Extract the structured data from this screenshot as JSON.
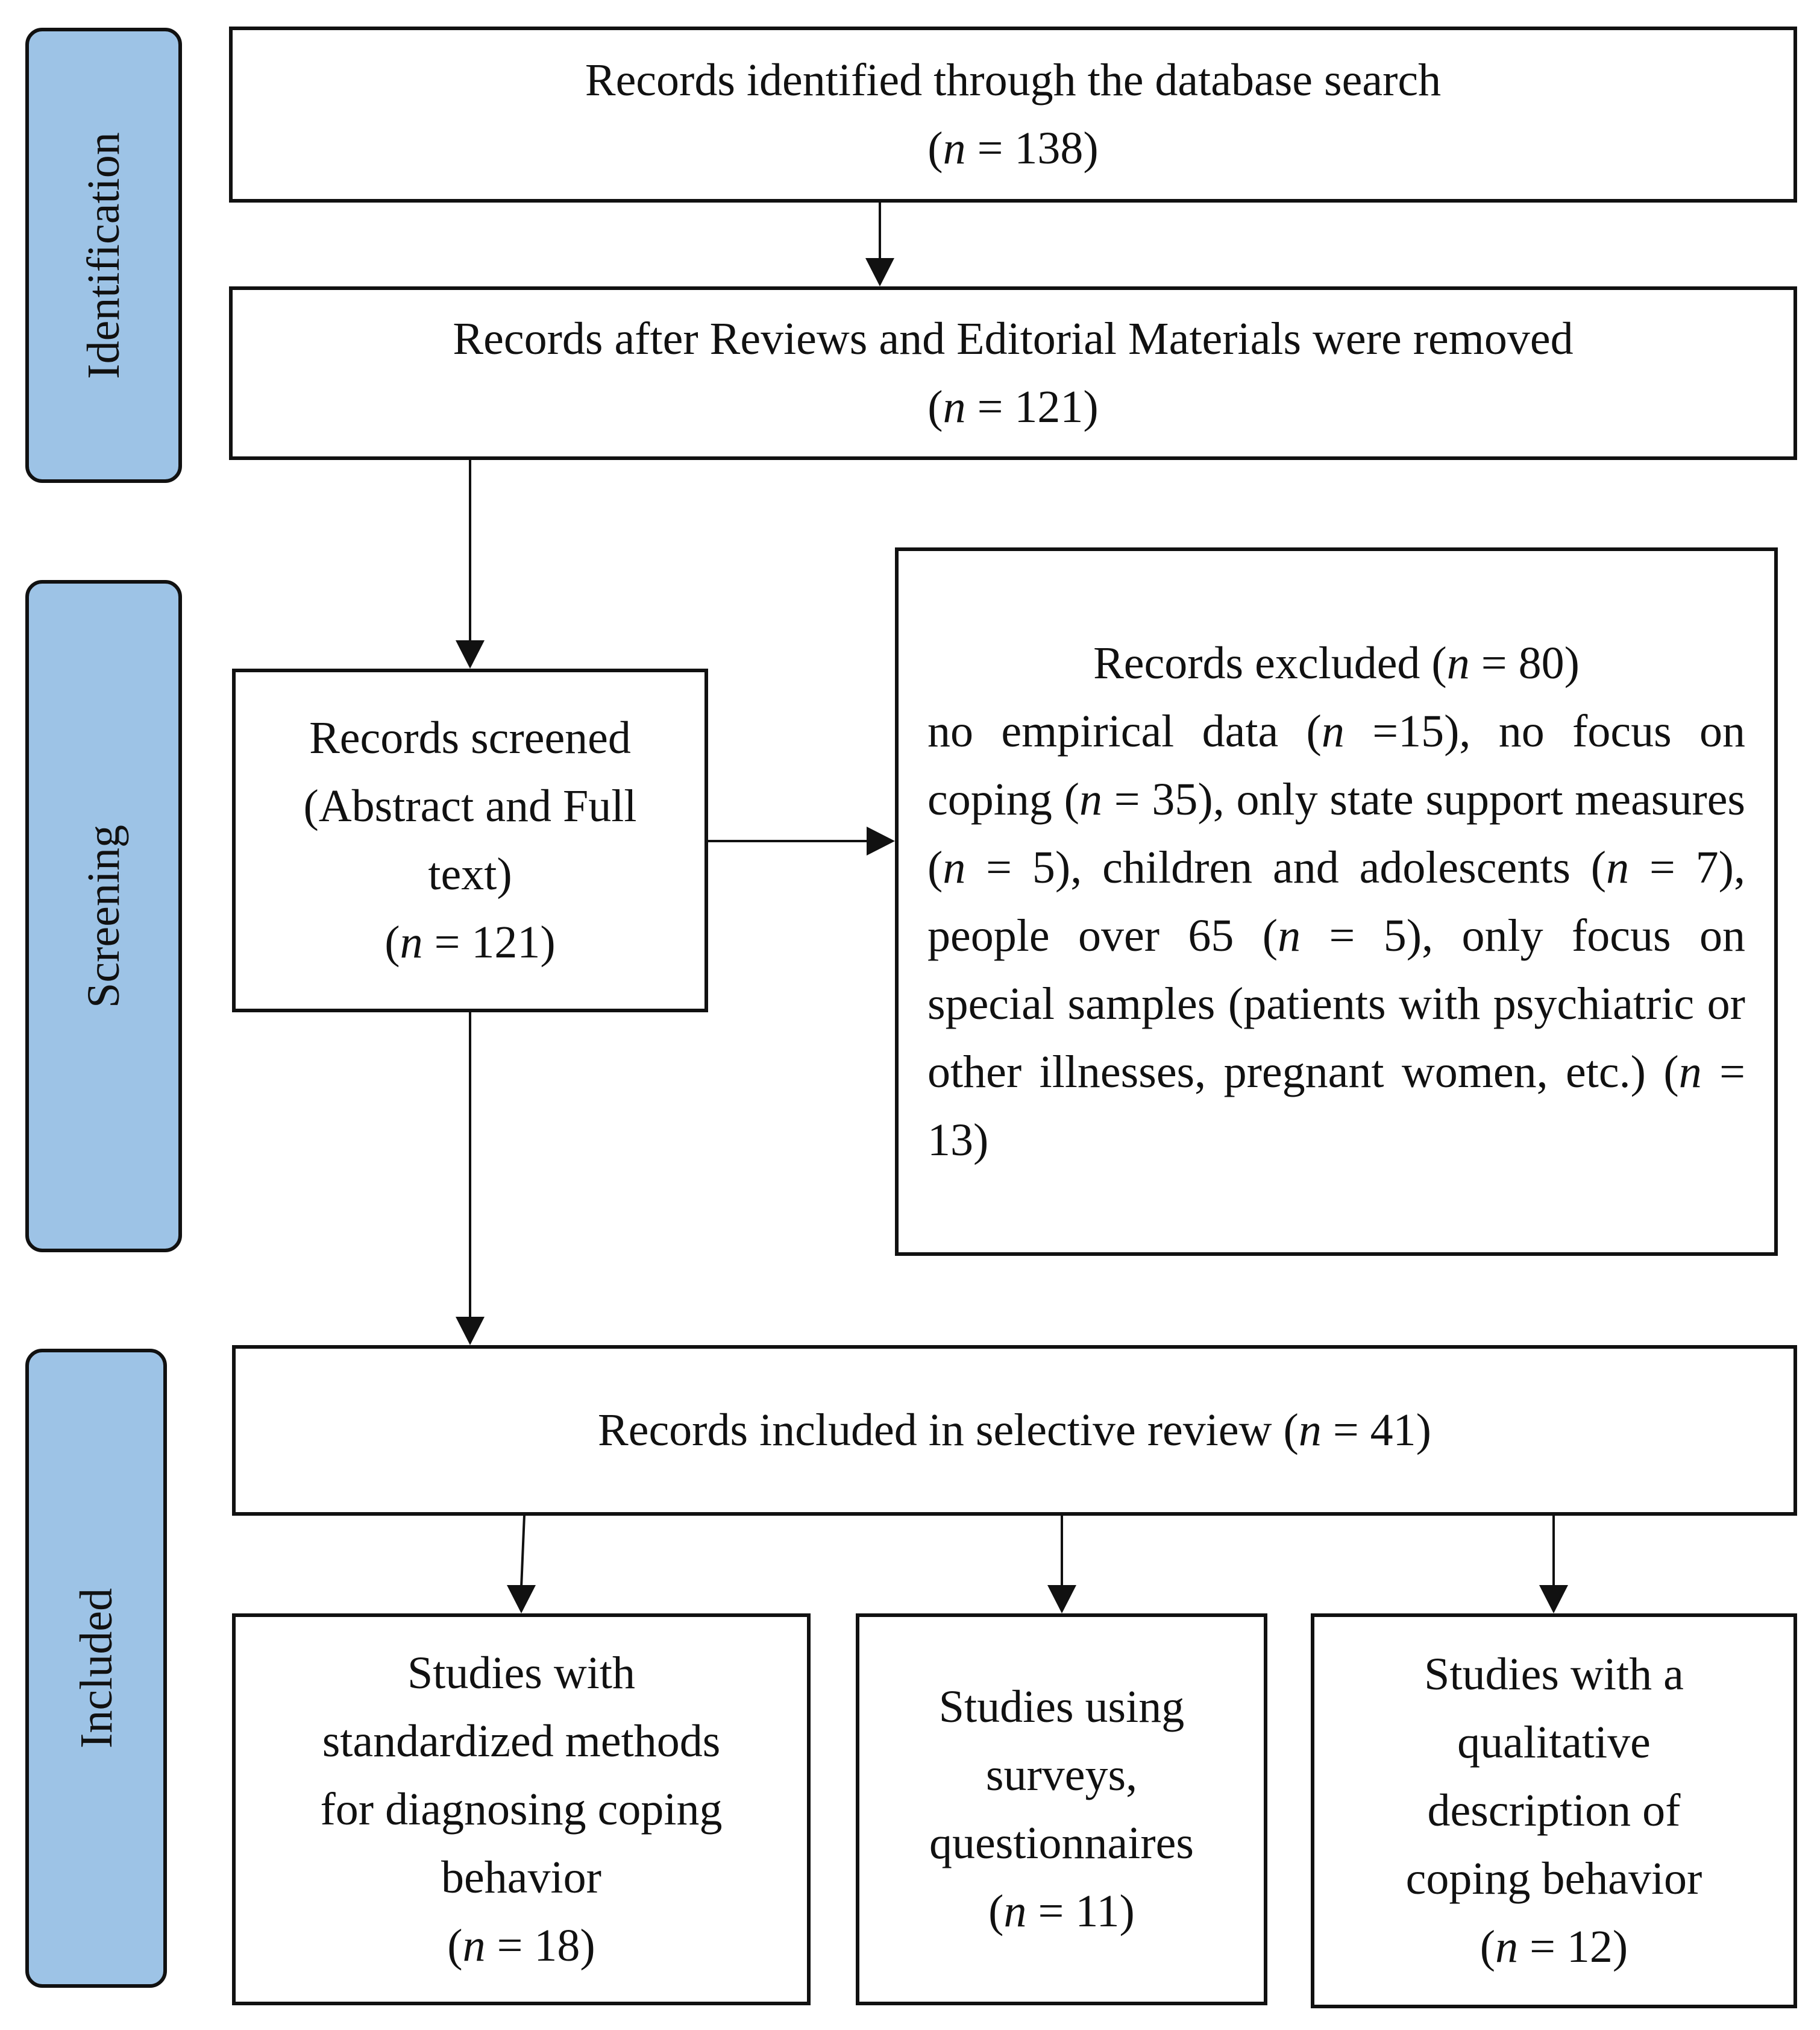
{
  "phases": {
    "identification": "Identification",
    "screening": "Screening",
    "included": "Included"
  },
  "n_symbol": "n",
  "identified": {
    "label": "Records identified through the database search",
    "count_prefix": "(",
    "count_suffix": " = 138)"
  },
  "after_removal": {
    "label": "Records after Reviews and Editorial Materials were removed",
    "count_prefix": "(",
    "count_suffix": " = 121)"
  },
  "screened": {
    "line1": "Records screened",
    "line2": "(Abstract and Full",
    "line3": "text)",
    "count_prefix": "(",
    "count_suffix": " = 121)"
  },
  "excluded": {
    "head_prefix": "Records excluded (",
    "head_suffix": " = 80)",
    "reason1_prefix": "no empirical data (",
    "reason1_suffix": " =15), no focus on coping (",
    "reason2_suffix": " = 35), only state support measures (",
    "reason3_suffix": " = 5), children and adolescents (",
    "reason4_suffix": " = 7), people over 65 (",
    "reason5_suffix": " = 5), only focus on special samples (patients with psychiatric or other illnesses, pregnant women, etc.) (",
    "reason6_suffix": " = 13)"
  },
  "included": {
    "prefix": "Records included in selective review (",
    "suffix": " = 41)"
  },
  "studies": {
    "standardized": {
      "line1": "Studies with",
      "line2": "standardized methods",
      "line3": "for diagnosing coping",
      "line4": "behavior",
      "count_prefix": "(",
      "count_suffix": " = 18)"
    },
    "surveys": {
      "line1": "Studies using",
      "line2": "surveys,",
      "line3": "questionnaires",
      "count_prefix": "(",
      "count_suffix": " = 11)"
    },
    "qualitative": {
      "line1": "Studies with a",
      "line2": "qualitative",
      "line3": "description of",
      "line4": "coping behavior",
      "count_prefix": "(",
      "count_suffix": " = 12)"
    }
  }
}
